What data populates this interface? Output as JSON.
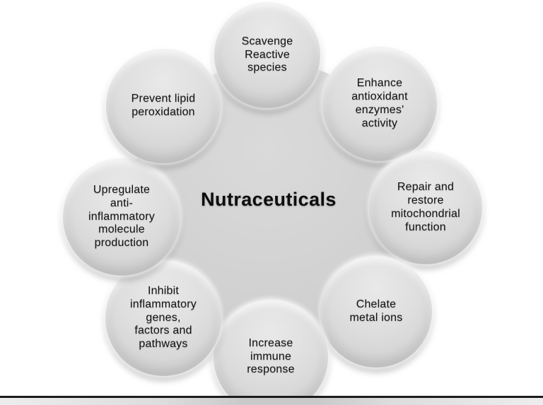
{
  "diagram": {
    "center_label": "Nutraceuticals",
    "nodes": [
      {
        "id": "scavenge",
        "label": "Scavenge\nReactive\nspecies"
      },
      {
        "id": "enhance",
        "label": "Enhance\nantioxidant\nenzymes'\nactivity"
      },
      {
        "id": "repair",
        "label": "Repair and\nrestore\nmitochondrial\nfunction"
      },
      {
        "id": "chelate",
        "label": "Chelate\nmetal ions"
      },
      {
        "id": "increase",
        "label": "Increase\nimmune\nresponse"
      },
      {
        "id": "inhibit",
        "label": "Inhibit\ninflammatory\ngenes,\nfactors and\npathways"
      },
      {
        "id": "upregulate",
        "label": "Upregulate\nanti-\ninflammatory\nmolecule\nproduction"
      },
      {
        "id": "prevent",
        "label": "Prevent lipid\nperoxidation"
      }
    ],
    "colors": {
      "background": "#ffffff",
      "bubble_fill": "#d9d9d9",
      "center_fill": "#d0d0d0",
      "text": "#141414",
      "bottom_rule": "#1c1c1c"
    }
  }
}
